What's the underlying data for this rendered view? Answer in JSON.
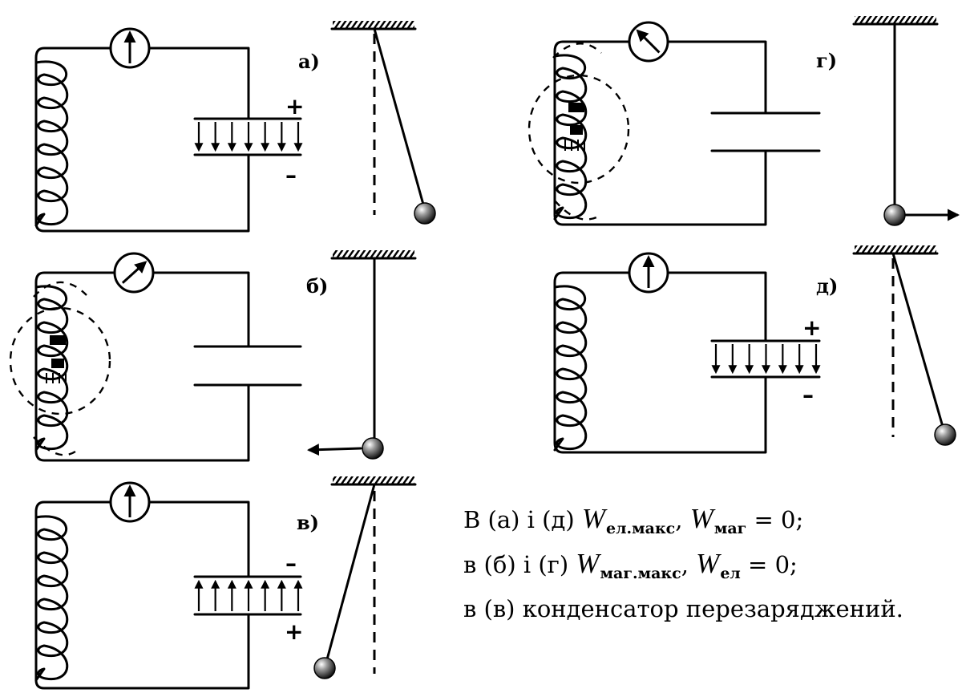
{
  "panels": {
    "a": {
      "label": "а)",
      "plate_top_sign": "+",
      "plate_bottom_sign": "–"
    },
    "b": {
      "label": "б)"
    },
    "v": {
      "label": "в)",
      "plate_top_sign": "–",
      "plate_bottom_sign": "+"
    },
    "g": {
      "label": "г)"
    },
    "d": {
      "label": "д)",
      "plate_top_sign": "+",
      "plate_bottom_sign": "–"
    }
  },
  "caption": {
    "line1": {
      "prefix": "В (а) і (д) ",
      "w1": "W",
      "sub1": "ел.макс",
      "sep": ", ",
      "w2": "W",
      "sub2": "маг",
      "suffix": " = 0;"
    },
    "line2": {
      "prefix": "в (б) і (г) ",
      "w1": "W",
      "sub1": "маг.макс",
      "sep": ", ",
      "w2": "W",
      "sub2": "ел",
      "suffix": " = 0;"
    },
    "line3": "в (в) конденсатор перезаряджений."
  }
}
